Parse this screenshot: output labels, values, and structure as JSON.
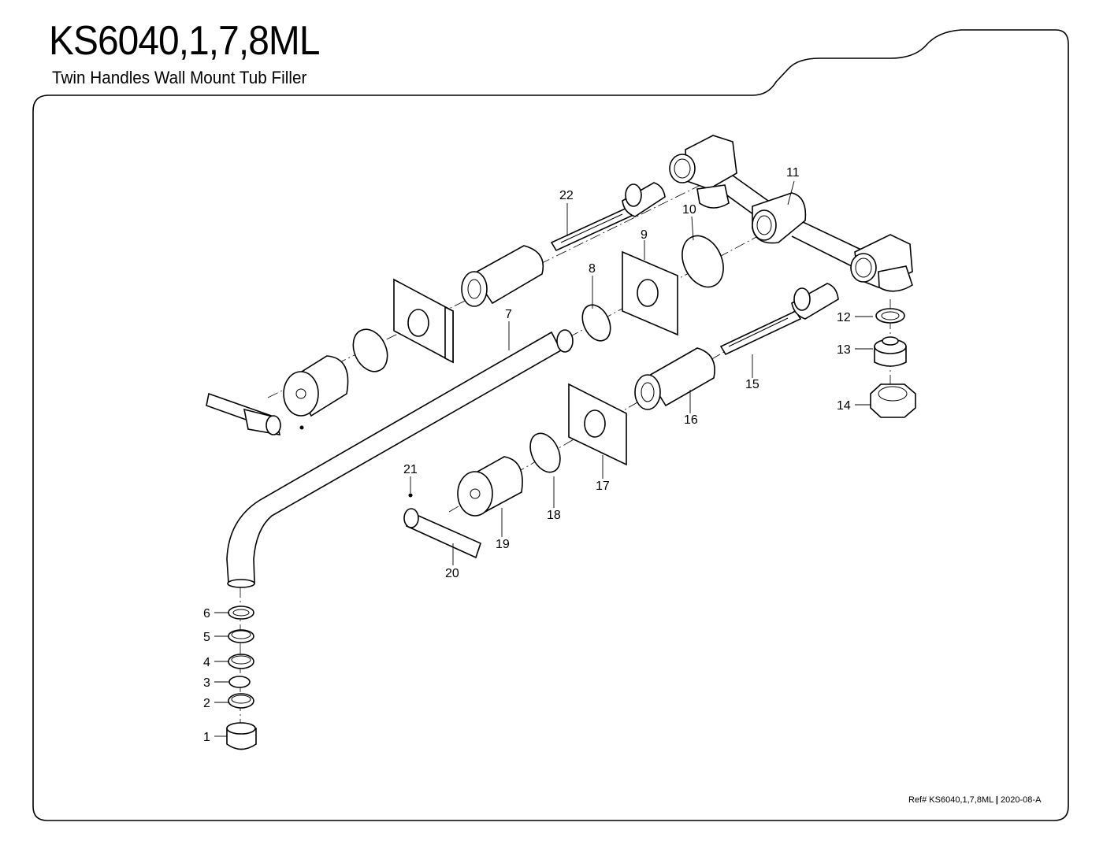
{
  "title": "KS6040,1,7,8ML",
  "subtitle": "Twin Handles Wall Mount Tub Filler",
  "reference": {
    "label": "Ref# KS6040,1,7,8ML",
    "separator": "|",
    "revision": "2020-08-A"
  },
  "callouts": [
    "1",
    "2",
    "3",
    "4",
    "5",
    "6",
    "7",
    "8",
    "9",
    "10",
    "11",
    "12",
    "13",
    "14",
    "15",
    "16",
    "17",
    "18",
    "19",
    "20",
    "21",
    "22"
  ]
}
